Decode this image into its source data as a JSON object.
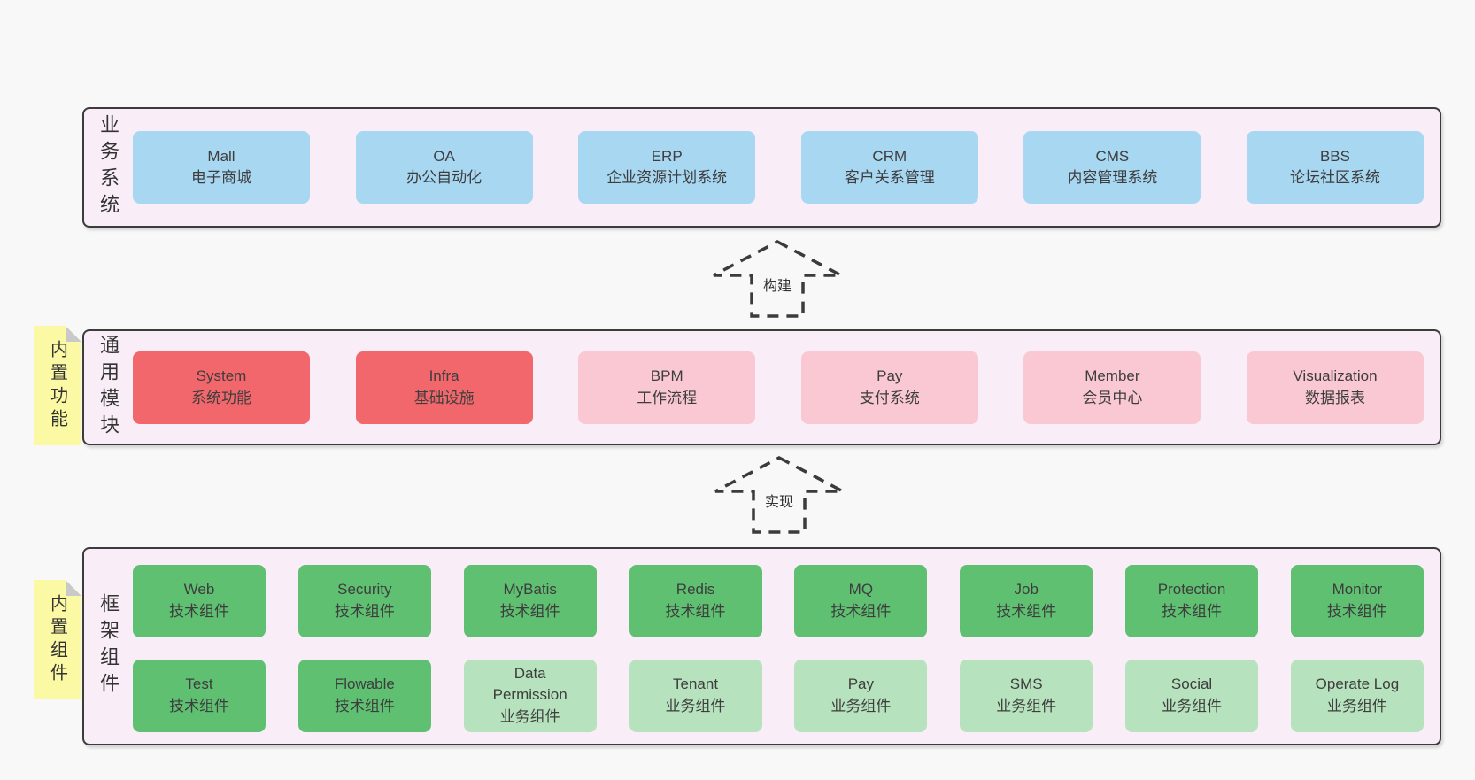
{
  "colors": {
    "page_bg": "#f8f8f8",
    "band_bg": "#f9eef8",
    "band_border": "#3c3c3c",
    "blue": "#a8d7f2",
    "red": "#f1676b",
    "pink": "#f9c8d2",
    "green": "#5fc072",
    "green_light": "#b6e2bd",
    "sticky_yellow": "#fbf9a4",
    "sticky_fold": "#c9c9c9",
    "text": "#3d3d3d",
    "arrow": "#3b3b3b"
  },
  "bands": {
    "business": {
      "label": "业务系统",
      "boxes": [
        {
          "title": "Mall",
          "subtitle": "电子商城",
          "variant": "blue"
        },
        {
          "title": "OA",
          "subtitle": "办公自动化",
          "variant": "blue"
        },
        {
          "title": "ERP",
          "subtitle": "企业资源计划系统",
          "variant": "blue"
        },
        {
          "title": "CRM",
          "subtitle": "客户关系管理",
          "variant": "blue"
        },
        {
          "title": "CMS",
          "subtitle": "内容管理系统",
          "variant": "blue"
        },
        {
          "title": "BBS",
          "subtitle": "论坛社区系统",
          "variant": "blue"
        }
      ]
    },
    "modules": {
      "label": "通用模块",
      "sticky": "内置功能",
      "boxes": [
        {
          "title": "System",
          "subtitle": "系统功能",
          "variant": "red"
        },
        {
          "title": "Infra",
          "subtitle": "基础设施",
          "variant": "red"
        },
        {
          "title": "BPM",
          "subtitle": "工作流程",
          "variant": "pink"
        },
        {
          "title": "Pay",
          "subtitle": "支付系统",
          "variant": "pink"
        },
        {
          "title": "Member",
          "subtitle": "会员中心",
          "variant": "pink"
        },
        {
          "title": "Visualization",
          "subtitle": "数据报表",
          "variant": "pink"
        }
      ]
    },
    "components": {
      "label": "框架组件",
      "sticky": "内置组件",
      "rows": [
        [
          {
            "title": "Web",
            "subtitle": "技术组件",
            "variant": "green"
          },
          {
            "title": "Security",
            "subtitle": "技术组件",
            "variant": "green"
          },
          {
            "title": "MyBatis",
            "subtitle": "技术组件",
            "variant": "green"
          },
          {
            "title": "Redis",
            "subtitle": "技术组件",
            "variant": "green"
          },
          {
            "title": "MQ",
            "subtitle": "技术组件",
            "variant": "green"
          },
          {
            "title": "Job",
            "subtitle": "技术组件",
            "variant": "green"
          },
          {
            "title": "Protection",
            "subtitle": "技术组件",
            "variant": "green"
          },
          {
            "title": "Monitor",
            "subtitle": "技术组件",
            "variant": "green"
          }
        ],
        [
          {
            "title": "Test",
            "subtitle": "技术组件",
            "variant": "green"
          },
          {
            "title": "Flowable",
            "subtitle": "技术组件",
            "variant": "green"
          },
          {
            "title": "Data Permission",
            "subtitle": "业务组件",
            "variant": "green-light"
          },
          {
            "title": "Tenant",
            "subtitle": "业务组件",
            "variant": "green-light"
          },
          {
            "title": "Pay",
            "subtitle": "业务组件",
            "variant": "green-light"
          },
          {
            "title": "SMS",
            "subtitle": "业务组件",
            "variant": "green-light"
          },
          {
            "title": "Social",
            "subtitle": "业务组件",
            "variant": "green-light"
          },
          {
            "title": "Operate Log",
            "subtitle": "业务组件",
            "variant": "green-light"
          }
        ]
      ]
    }
  },
  "arrows": [
    {
      "label": "构建"
    },
    {
      "label": "实现"
    }
  ]
}
